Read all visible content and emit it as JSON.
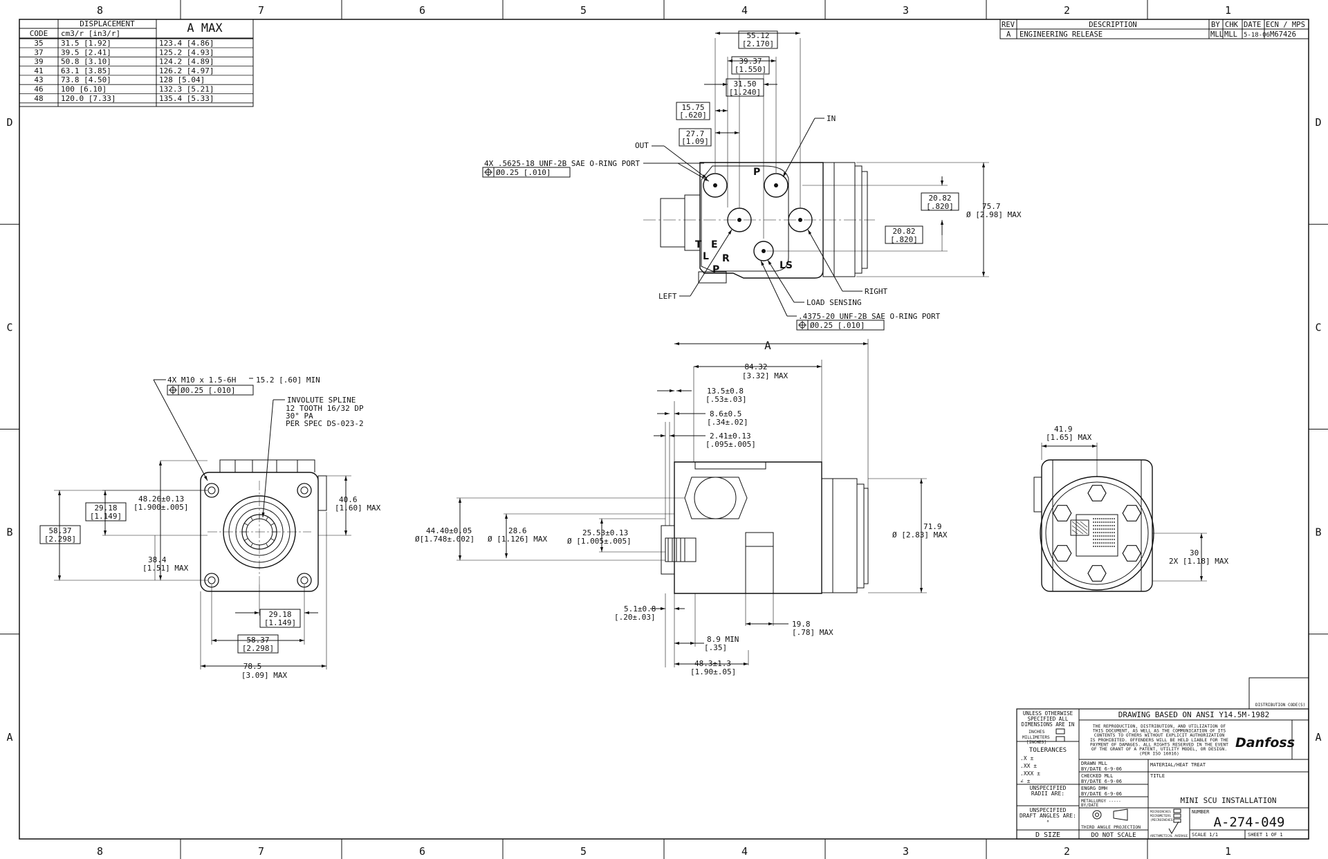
{
  "zones": {
    "columns": [
      "8",
      "7",
      "6",
      "5",
      "4",
      "3",
      "2",
      "1"
    ],
    "rows": [
      "D",
      "C",
      "B",
      "A"
    ]
  },
  "displacement_table": {
    "header_group": "DISPLACEMENT",
    "col_code": "CODE",
    "col_disp": "cm3/r [in3/r]",
    "col_amax": "A MAX",
    "rows": [
      {
        "code": "35",
        "disp": "31.5  [1.92]",
        "amax": "123.4  [4.86]"
      },
      {
        "code": "37",
        "disp": "39.5  [2.41]",
        "amax": "125.2  [4.93]"
      },
      {
        "code": "39",
        "disp": "50.8  [3.10]",
        "amax": "124.2  [4.89]"
      },
      {
        "code": "41",
        "disp": "63.1  [3.85]",
        "amax": "126.2  [4.97]"
      },
      {
        "code": "43",
        "disp": "73.8  [4.50]",
        "amax": "128    [5.04]"
      },
      {
        "code": "46",
        "disp": "100   [6.10]",
        "amax": "132.3  [5.21]"
      },
      {
        "code": "48",
        "disp": "120.0 [7.33]",
        "amax": "135.4  [5.33]"
      }
    ]
  },
  "revision_block": {
    "headers": [
      "REV",
      "DESCRIPTION",
      "BY",
      "CHK",
      "DATE",
      "ECN / MPS"
    ],
    "row": [
      "A",
      "ENGINEERING RELEASE",
      "MLL",
      "MLL",
      "5-18-06",
      "M67426"
    ]
  },
  "top_view": {
    "dims": {
      "d1": [
        "55.12",
        "[2.170]"
      ],
      "d2": [
        "39.37",
        "[1.550]"
      ],
      "d3": [
        "31.50",
        "[1.240]"
      ],
      "d4": [
        "15.75",
        "[.620]"
      ],
      "d5": [
        "27.7",
        "[1.09]"
      ],
      "d6": [
        "20.82",
        "[.820]"
      ],
      "d7": [
        "20.82",
        "[.820]"
      ],
      "dia": [
        "75.7",
        "Ø [2.98] MAX"
      ]
    },
    "port_callout": "4X .5625-18 UNF-2B SAE O-RING PORT",
    "port_tol": "Ø0.25 [.010]",
    "ls_callout": ".4375-20 UNF-2B SAE O-RING PORT",
    "ls_tol": "Ø0.25 [.010]",
    "labels": {
      "out": "OUT",
      "in": "IN",
      "right": "RIGHT",
      "left": "LEFT",
      "load_sensing": "LOAD SENSING",
      "p": "P",
      "t": "T",
      "e": "E",
      "l": "L",
      "r": "R",
      "p2": "P",
      "ls": "LS"
    }
  },
  "front_view": {
    "callout1": "4X M10 x 1.5-6H",
    "callout1b": "15.2 [.60] MIN",
    "callout1_tol": "Ø0.25 [.010]",
    "spline": [
      "INVOLUTE SPLINE",
      "12 TOOTH 16/32 DP",
      "30° PA",
      "PER SPEC DS-023-2"
    ],
    "dims": {
      "a": [
        "48.26±0.13",
        "[1.900±.005]"
      ],
      "b": [
        "29.18",
        "[1.149]"
      ],
      "c": [
        "58.37",
        "[2.298]"
      ],
      "d": [
        "38.4",
        "[1.51] MAX"
      ],
      "e": [
        "40.6",
        "[1.60] MAX"
      ],
      "f": [
        "29.18",
        "[1.149]"
      ],
      "g": [
        "58.37",
        "[2.298]"
      ],
      "h": [
        "78.5",
        "[3.09] MAX"
      ]
    }
  },
  "side_view": {
    "a_label": "A",
    "dims": {
      "a": [
        "84.32",
        "[3.32] MAX"
      ],
      "b": [
        "13.5±0.8",
        "[.53±.03]"
      ],
      "c": [
        "8.6±0.5",
        "[.34±.02]"
      ],
      "d": [
        "2.41±0.13",
        "[.095±.005]"
      ],
      "e": [
        "44.40±0.05",
        "Ø[1.748±.002]"
      ],
      "f": [
        "28.6",
        "Ø [1.126] MAX"
      ],
      "g": [
        "25.53±0.13",
        "Ø [1.005±.005]"
      ],
      "h": [
        "71.9",
        "Ø [2.83] MAX"
      ],
      "i": [
        "5.1±0.8",
        "[.20±.03]"
      ],
      "j": [
        "19.8",
        "[.78] MAX"
      ],
      "k": [
        "8.9 MIN",
        "[.35]"
      ],
      "l": [
        "48.3±1.3",
        "[1.90±.05]"
      ]
    }
  },
  "rear_view": {
    "dims": {
      "a": [
        "41.9",
        "[1.65] MAX"
      ],
      "b": [
        "30",
        "2X [1.18] MAX"
      ]
    }
  },
  "title_block": {
    "dist_codes": "DISTRIBUTION CODE(S)",
    "unless": [
      "UNLESS OTHERWISE",
      "SPECIFIED ALL",
      "DIMENSIONS ARE IN"
    ],
    "inches": "INCHES",
    "mm": [
      "MILLIMETERS",
      "[INCHES]"
    ],
    "tolerances": "TOLERANCES",
    "tol_rows": [
      ".X  ±",
      ".XX  ±",
      ".XXX ±",
      "∠  ±"
    ],
    "radii": [
      "UNSPECIFIED",
      "RADII ARE:"
    ],
    "draft": [
      "UNSPECIFIED",
      "DRAFT ANGLES ARE:",
      "°"
    ],
    "d_size": "D SIZE",
    "ansi": "DRAWING BASED ON ANSI Y14.5M-1982",
    "notice": [
      "THE REPRODUCTION, DISTRIBUTION, AND UTILIZATION OF",
      "THIS DOCUMENT, AS WELL AS THE COMMUNICATION OF ITS",
      "CONTENTS TO OTHERS WITHOUT EXPLICIT AUTHORIZATION",
      "IS PROHIBITED. OFFENDERS WILL BE HELD LIABLE FOR THE",
      "PAYMENT OF DAMAGES. ALL RIGHTS RESERVED IN THE EVENT",
      "OF THE GRANT OF A PATENT, UTILITY MODEL, OR DESIGN.",
      "(PER ISO 16016)"
    ],
    "logo": "Danfoss",
    "drawn": [
      "DRAWN   MLL",
      "BY/DATE 6-9-06"
    ],
    "checked": [
      "CHECKED MLL",
      "BY/DATE 6-9-06"
    ],
    "engrg": [
      "ENGRG   DMH",
      "BY/DATE 6-9-06"
    ],
    "metallurgy": [
      "METALLURGY -----",
      "BY/DATE"
    ],
    "material": "MATERIAL/HEAT TREAT",
    "title_label": "TITLE",
    "title": "MINI SCU INSTALLATION",
    "projection": "THIRD ANGLE PROJECTION",
    "do_not_scale": "DO NOT SCALE",
    "finish": [
      "MICROINCHES",
      "MICROMETERS",
      "(MICROINCHES)"
    ],
    "arith": "ARITHMETICAL AVERAGE",
    "number_label": "NUMBER",
    "number": "A-274-049",
    "scale": "SCALE   1/1",
    "sheet": "SHEET   1   OF   1"
  }
}
